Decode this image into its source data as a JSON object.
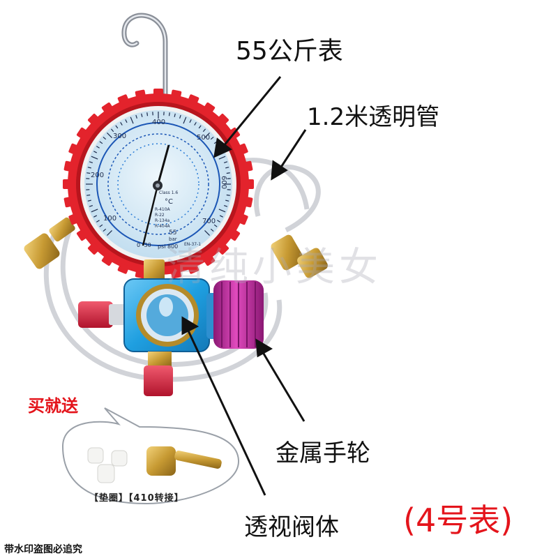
{
  "labels": {
    "gauge": "55公斤表",
    "hose": "1.2米透明管",
    "handwheel": "金属手轮",
    "valve_body": "透视阀体",
    "model": "(4号表)",
    "bonus": "买就送",
    "accessories": "【垫圈】【410转接】",
    "watermark_note": "带水印盗图必追究"
  },
  "watermark": "清纯小美女",
  "gauge_face": {
    "outer_scale": [
      "100",
      "200",
      "300",
      "400",
      "500",
      "600",
      "700"
    ],
    "unit_psi": "psi",
    "unit_bar": "bar",
    "unit_c": "°C",
    "refrigerants": [
      "R-410A",
      "R-22",
      "R-134a",
      "R-404A"
    ],
    "class": "Class 1.6",
    "min_label": "0 -30",
    "max_psi": "800",
    "max_bar": "55",
    "std": "EN-37-1"
  },
  "colors": {
    "gauge_ring": "#e3232c",
    "gauge_face": "#d9ecf6",
    "block": "#1f9fe0",
    "handwheel": "#c0249b",
    "brass": "#c79a33",
    "red_knob": "#d81f3a",
    "label_red": "#e4141b"
  }
}
